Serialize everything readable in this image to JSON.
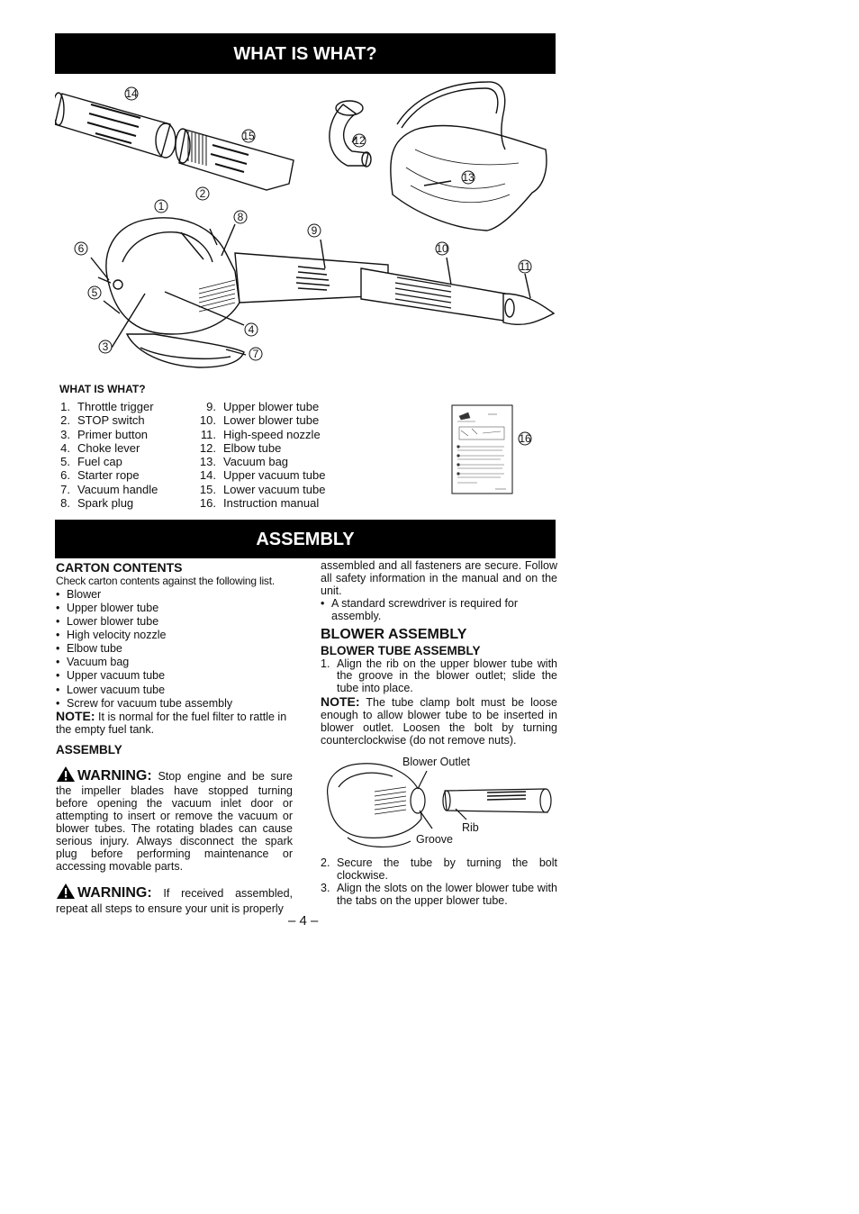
{
  "header": {
    "title": "WHAT IS WHAT?"
  },
  "diagram": {
    "callouts": [
      "1",
      "2",
      "3",
      "4",
      "5",
      "6",
      "7",
      "8",
      "9",
      "10",
      "11",
      "12",
      "13",
      "14",
      "15",
      "16"
    ]
  },
  "legend": {
    "title": "WHAT IS WHAT?",
    "items": [
      {
        "num": "1.",
        "label": "Throttle trigger"
      },
      {
        "num": "2.",
        "label": "STOP switch"
      },
      {
        "num": "3.",
        "label": "Primer button"
      },
      {
        "num": "4.",
        "label": "Choke lever"
      },
      {
        "num": "5.",
        "label": "Fuel cap"
      },
      {
        "num": "6.",
        "label": "Starter rope"
      },
      {
        "num": "7.",
        "label": "Vacuum handle"
      },
      {
        "num": "8.",
        "label": "Spark plug"
      },
      {
        "num": "9.",
        "label": "Upper blower tube"
      },
      {
        "num": "10.",
        "label": "Lower blower tube"
      },
      {
        "num": "11.",
        "label": "High-speed nozzle"
      },
      {
        "num": "12.",
        "label": "Elbow tube"
      },
      {
        "num": "13.",
        "label": "Vacuum bag"
      },
      {
        "num": "14.",
        "label": "Upper vacuum tube"
      },
      {
        "num": "15.",
        "label": "Lower vacuum tube"
      },
      {
        "num": "16.",
        "label": "Instruction manual"
      }
    ]
  },
  "assembly": {
    "title": "ASSEMBLY",
    "carton": {
      "heading": "CARTON CONTENTS",
      "intro": "Check carton contents against the following list.",
      "items": [
        "Blower",
        "Upper blower tube",
        "Lower blower tube",
        "High velocity nozzle",
        "Elbow tube",
        "Vacuum bag",
        "Upper vacuum tube",
        "Lower vacuum tube",
        "Screw for vacuum tube assembly"
      ],
      "note_label": "NOTE:",
      "note_text": "It is normal for the fuel filter to rattle in the empty fuel tank."
    },
    "assembly_sub": {
      "heading": "ASSEMBLY",
      "warning1_label": "WARNING:",
      "warning1_text": "Stop engine and be sure the impeller blades have stopped turning before opening the vacuum inlet door or attempting to insert or remove the vacuum or blower tubes. The rotating blades can cause serious injury. Always disconnect the spark plug before performing maintenance or accessing movable parts.",
      "warning2_label": "WARNING:",
      "warning2_text": "If received assembled, repeat all steps to ensure your unit is properly assembled and all fasteners are secure. Follow all safety information in the manual and on the unit.",
      "tool_note": "A standard screwdriver is required for assembly."
    },
    "blower": {
      "heading": "BLOWER ASSEMBLY",
      "tube_heading": "BLOWER TUBE ASSEMBLY",
      "step1": {
        "num": "1.",
        "text": "Align the rib on the upper blower tube with the groove in the blower outlet; slide the tube into place."
      },
      "note_label": "NOTE:",
      "note_text": "The tube clamp bolt must be loose enough to allow blower tube to be inserted in blower outlet. Loosen the bolt by turning counterclockwise (do not remove nuts).",
      "figure_labels": {
        "outlet": "Blower Outlet",
        "rib": "Rib",
        "groove": "Groove"
      },
      "step2": {
        "num": "2.",
        "text": "Secure the tube by turning the bolt clockwise."
      },
      "step3": {
        "num": "3.",
        "text": "Align the slots on the lower blower tube with the tabs on the upper blower tube."
      }
    }
  },
  "footer": {
    "page": "– 4 –"
  }
}
